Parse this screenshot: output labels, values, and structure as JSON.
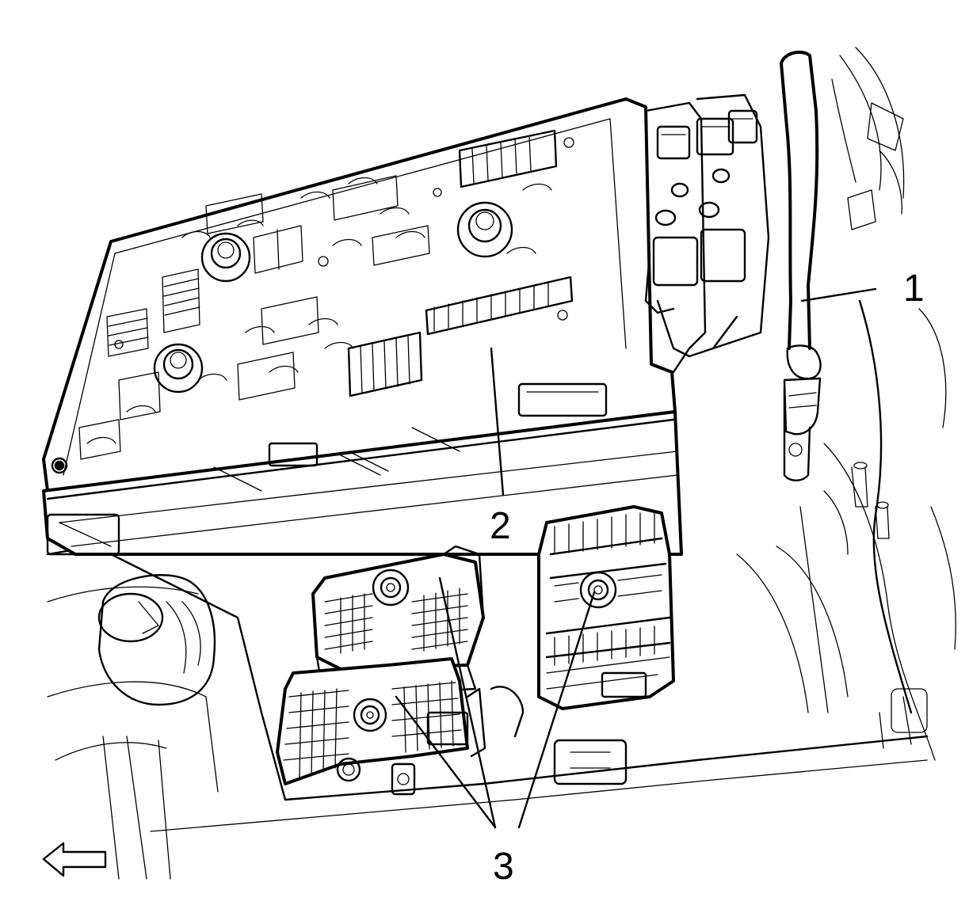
{
  "callouts": [
    {
      "id": "1",
      "label": "1"
    },
    {
      "id": "2",
      "label": "2"
    },
    {
      "id": "3",
      "label": "3"
    }
  ],
  "direction_arrow": {
    "icon": "arrow-left-icon",
    "direction": "left"
  },
  "colors": {
    "ink": "#000000",
    "paper": "#ffffff"
  }
}
